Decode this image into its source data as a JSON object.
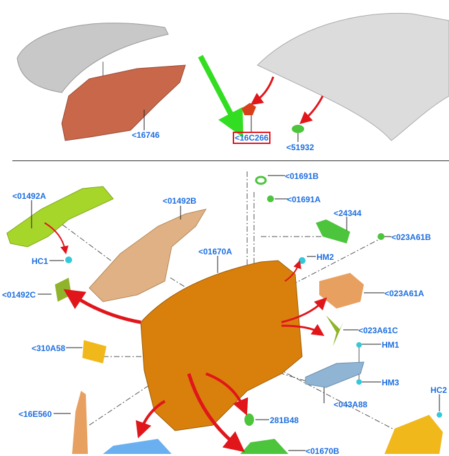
{
  "top_section": {
    "labels": [
      {
        "id": "16746",
        "text": "<16746"
      },
      {
        "id": "16C266",
        "text": "<16C266",
        "highlighted": true
      },
      {
        "id": "51932",
        "text": "<51932"
      }
    ]
  },
  "bottom_section": {
    "labels": [
      {
        "id": "01492A",
        "text": "<01492A"
      },
      {
        "id": "01492B",
        "text": "<01492B"
      },
      {
        "id": "01492C",
        "text": "<01492C"
      },
      {
        "id": "HC1",
        "text": "HC1"
      },
      {
        "id": "01670A",
        "text": "<01670A"
      },
      {
        "id": "01691B",
        "text": "<01691B"
      },
      {
        "id": "01691A",
        "text": "<01691A"
      },
      {
        "id": "24344",
        "text": "<24344"
      },
      {
        "id": "023A61B",
        "text": "<023A61B"
      },
      {
        "id": "HM2",
        "text": "HM2"
      },
      {
        "id": "023A61A",
        "text": "<023A61A"
      },
      {
        "id": "023A61C",
        "text": "<023A61C"
      },
      {
        "id": "HM1",
        "text": "HM1"
      },
      {
        "id": "HM3",
        "text": "HM3"
      },
      {
        "id": "043A88",
        "text": "<043A88"
      },
      {
        "id": "310A58",
        "text": "<310A58"
      },
      {
        "id": "16E560",
        "text": "<16E560"
      },
      {
        "id": "281B48",
        "text": "281B48"
      },
      {
        "id": "01670B",
        "text": "<01670B"
      },
      {
        "id": "HC2",
        "text": "HC2"
      }
    ]
  },
  "colors": {
    "label": "#1e6fe0",
    "arrow_red": "#e0161b",
    "arrow_green": "#33dd22",
    "main_panel": "#d9800c",
    "tan": "#e0b184",
    "lime": "#a6d62a",
    "green": "#4cc43c",
    "cyan": "#35c8d8",
    "blue_gray": "#8fb4d4",
    "yellow": "#f0b81a"
  }
}
